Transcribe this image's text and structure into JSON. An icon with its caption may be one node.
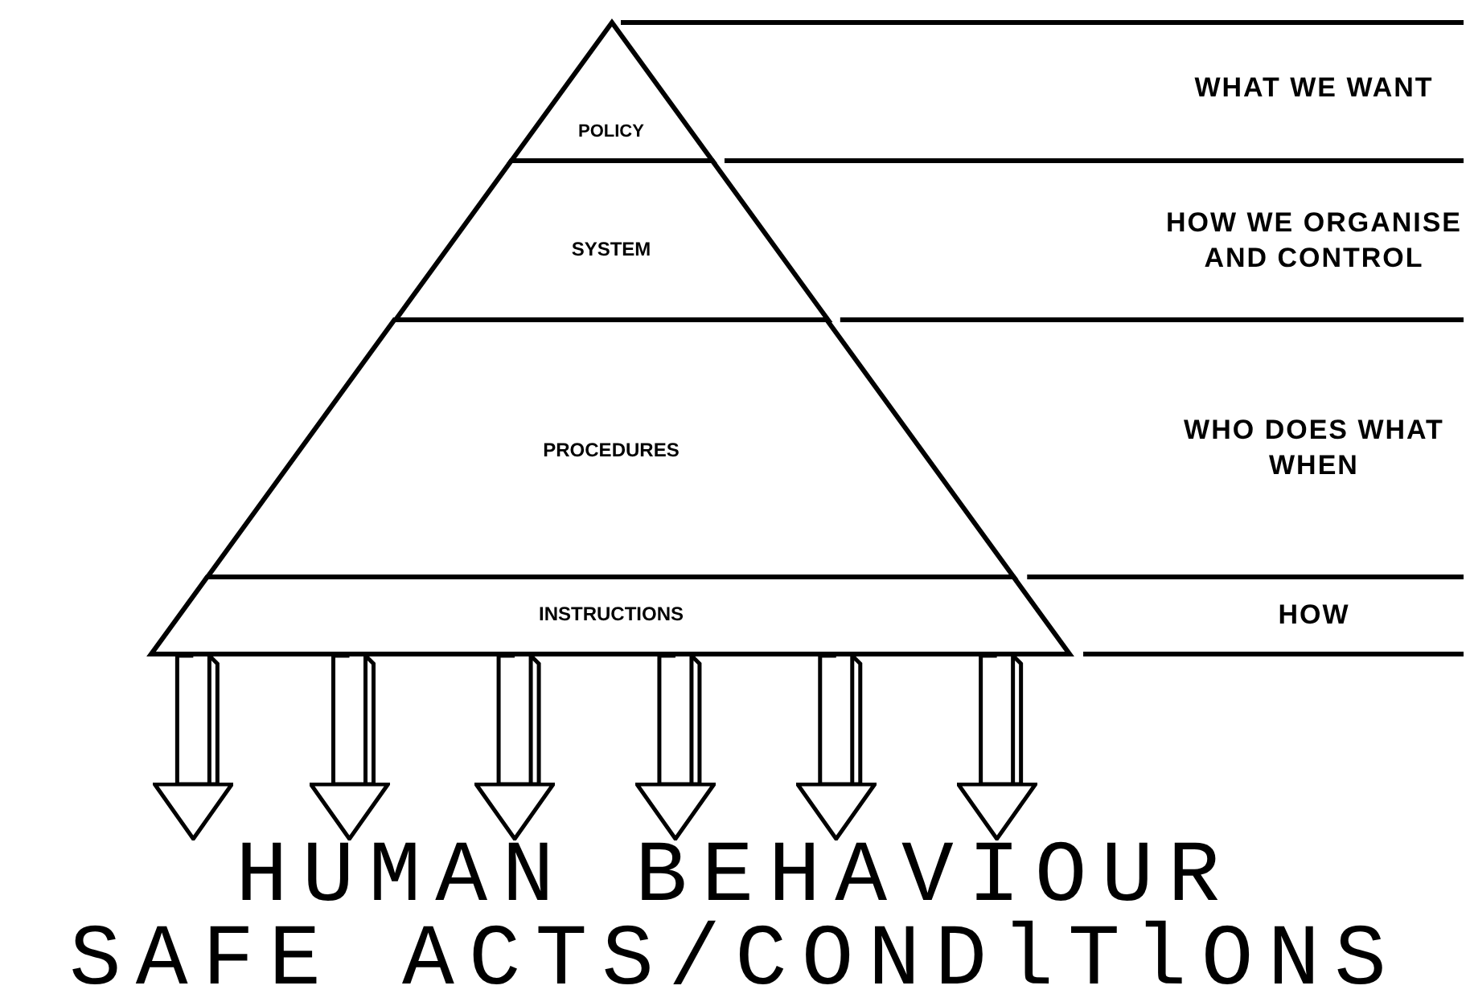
{
  "diagram": {
    "nodes": [
      {
        "text": [
          "POLICY"
        ]
      },
      {
        "text": [
          "SYSTEM"
        ]
      },
      {
        "text": [
          "PROCEDURES"
        ]
      },
      {
        "text": [
          "INSTRUCTIONS"
        ]
      },
      {
        "text": [
          "HUMAN BEHAVIOUR",
          "SAFE ACTS/CONDlTlONS"
        ]
      }
    ],
    "edges": [
      {
        "from": 3,
        "to": 4,
        "arrow": "to"
      },
      {
        "from": 3,
        "to": 4,
        "arrow": "to"
      },
      {
        "from": 3,
        "to": 4,
        "arrow": "to"
      },
      {
        "from": 3,
        "to": 4,
        "arrow": "to"
      },
      {
        "from": 3,
        "to": 4,
        "arrow": "to"
      },
      {
        "from": 3,
        "to": 4,
        "arrow": "to"
      }
    ],
    "labels": [
      "WHAT WE WANT",
      "HOW WE ORGANISE AND CONTROL",
      "WHO DOES WHAT WHEN",
      "HOW"
    ]
  }
}
